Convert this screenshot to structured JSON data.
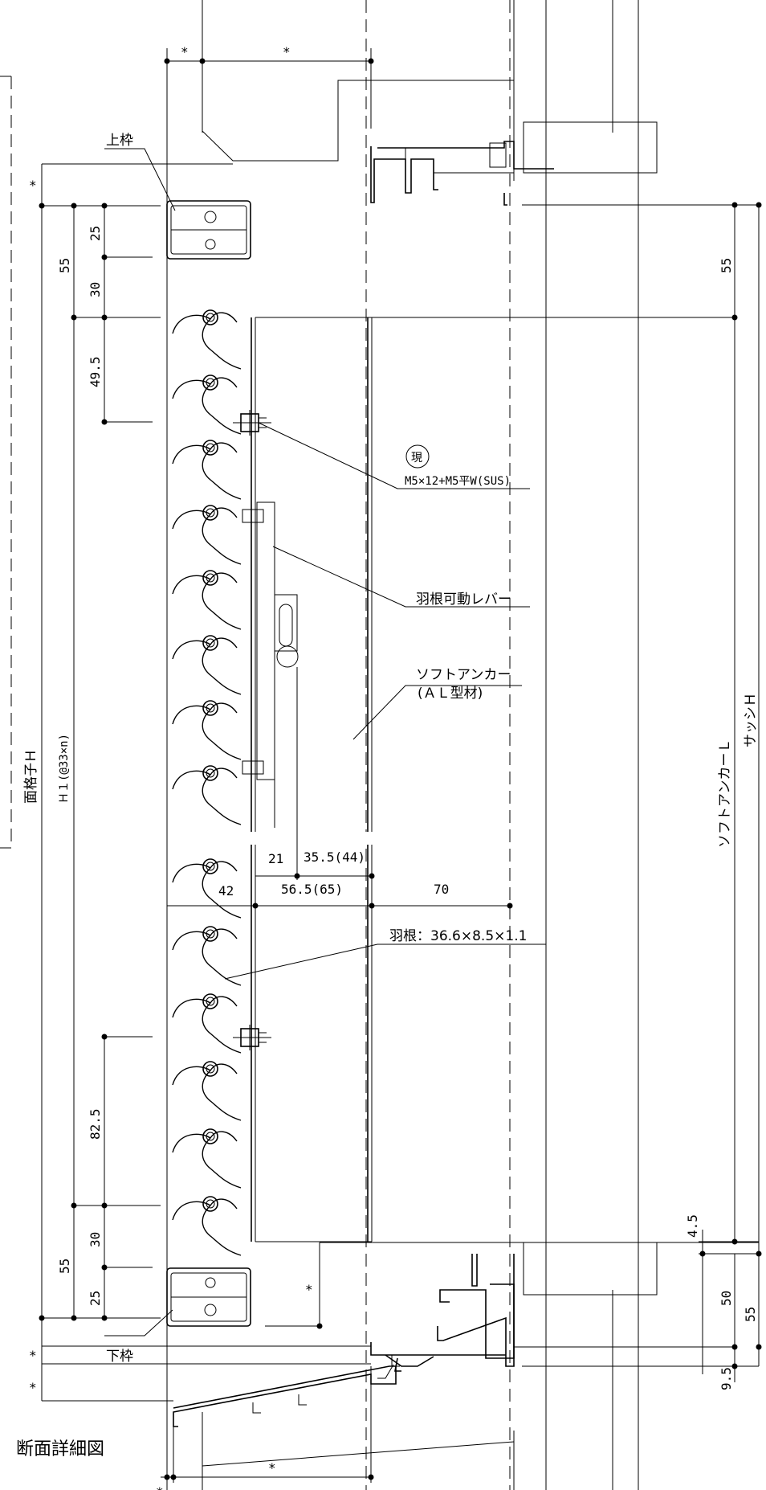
{
  "title": "断面詳細図",
  "labels": {
    "top_frame": "上枠",
    "bottom_frame": "下枠",
    "field_mark": "現",
    "screw": "M5×12+M5平W(SUS)",
    "lever": "羽根可動レバー",
    "anchor_1": "ソフトアンカー",
    "anchor_2": "(ＡＬ型材)",
    "blade": "羽根：36.6×8.5×1.1",
    "lattice_h": "面格子Ｈ",
    "h1": "Ｈ１(@33×n)",
    "anchor_l": "ソフトアンカーＬ",
    "sash_h": "サッシＨ"
  },
  "dims": {
    "star": "*",
    "top_25": "25",
    "top_30": "30",
    "top_49_5": "49.5",
    "top_55": "55",
    "bot_82_5": "82.5",
    "bot_30": "30",
    "bot_25": "25",
    "bot_55": "55",
    "d21": "21",
    "d35_5": "35.5(44)",
    "d42": "42",
    "d56_5": "56.5(65)",
    "d70": "70",
    "r55_top": "55",
    "r4_5": "4.5",
    "r50": "50",
    "r55_bot": "55",
    "r9_5": "9.5"
  }
}
